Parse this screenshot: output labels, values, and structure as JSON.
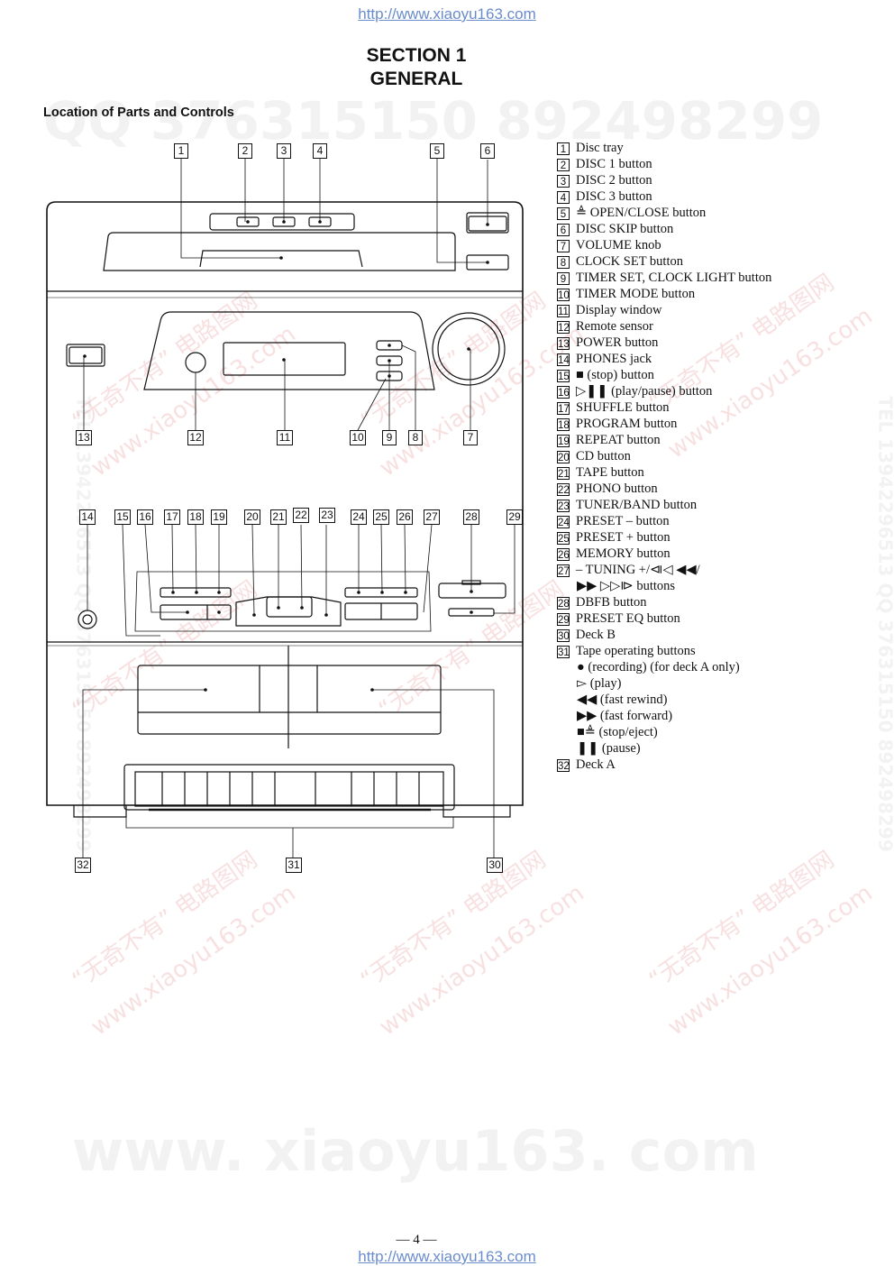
{
  "header_url": "http://www.xiaoyu163.com",
  "footer_url": "http://www.xiaoyu163.com",
  "section": {
    "line1": "SECTION 1",
    "line2": "GENERAL"
  },
  "subheading": "Location of Parts and Controls",
  "page_number": "— 4 —",
  "watermarks": {
    "qq_line": "QQ 376315150  892498299",
    "side_text": "TEL 13942296513  QQ 376315150  892498299",
    "big_url": "www. xiaoyu163. com",
    "red_cn": "“无奇不有” 电路图网",
    "red_url": "www.xiaoyu163.com"
  },
  "legend": [
    {
      "num": "1",
      "text": "Disc tray"
    },
    {
      "num": "2",
      "text": "DISC 1 button"
    },
    {
      "num": "3",
      "text": "DISC 2 button"
    },
    {
      "num": "4",
      "text": "DISC 3 button"
    },
    {
      "num": "5",
      "text": "≜ OPEN/CLOSE button"
    },
    {
      "num": "6",
      "text": "DISC SKIP button"
    },
    {
      "num": "7",
      "text": "VOLUME knob"
    },
    {
      "num": "8",
      "text": "CLOCK SET button"
    },
    {
      "num": "9",
      "text": "TIMER SET, CLOCK LIGHT button"
    },
    {
      "num": "10",
      "text": "TIMER MODE button"
    },
    {
      "num": "11",
      "text": "Display window"
    },
    {
      "num": "12",
      "text": "Remote sensor"
    },
    {
      "num": "13",
      "text": "POWER button"
    },
    {
      "num": "14",
      "text": "PHONES jack"
    },
    {
      "num": "15",
      "text": "■ (stop) button"
    },
    {
      "num": "16",
      "text": "▷❚❚ (play/pause) button"
    },
    {
      "num": "17",
      "text": "SHUFFLE button"
    },
    {
      "num": "18",
      "text": "PROGRAM button"
    },
    {
      "num": "19",
      "text": "REPEAT button"
    },
    {
      "num": "20",
      "text": "CD button"
    },
    {
      "num": "21",
      "text": "TAPE button"
    },
    {
      "num": "22",
      "text": "PHONO button"
    },
    {
      "num": "23",
      "text": "TUNER/BAND button"
    },
    {
      "num": "24",
      "text": "PRESET – button"
    },
    {
      "num": "25",
      "text": "PRESET + button"
    },
    {
      "num": "26",
      "text": "MEMORY button"
    },
    {
      "num": "27",
      "text": "– TUNING +/⧏◁ ◀◀/"
    },
    {
      "num": "",
      "text": "▶▶ ▷▷⧐ buttons"
    },
    {
      "num": "28",
      "text": "DBFB button"
    },
    {
      "num": "29",
      "text": "PRESET EQ button"
    },
    {
      "num": "30",
      "text": "Deck B"
    },
    {
      "num": "31",
      "text": "Tape operating buttons"
    },
    {
      "num": "",
      "text": "● (recording) (for deck A only)"
    },
    {
      "num": "",
      "text": "▻ (play)"
    },
    {
      "num": "",
      "text": "◀◀ (fast rewind)"
    },
    {
      "num": "",
      "text": "▶▶ (fast forward)"
    },
    {
      "num": "",
      "text": "■≜ (stop/eject)"
    },
    {
      "num": "",
      "text": "❚❚ (pause)"
    },
    {
      "num": "32",
      "text": "Deck A"
    }
  ],
  "callouts": [
    "1",
    "2",
    "3",
    "4",
    "5",
    "6",
    "7",
    "8",
    "9",
    "10",
    "11",
    "12",
    "13",
    "14",
    "15",
    "16",
    "17",
    "18",
    "19",
    "20",
    "21",
    "22",
    "23",
    "24",
    "25",
    "26",
    "27",
    "28",
    "29",
    "30",
    "31",
    "32"
  ]
}
